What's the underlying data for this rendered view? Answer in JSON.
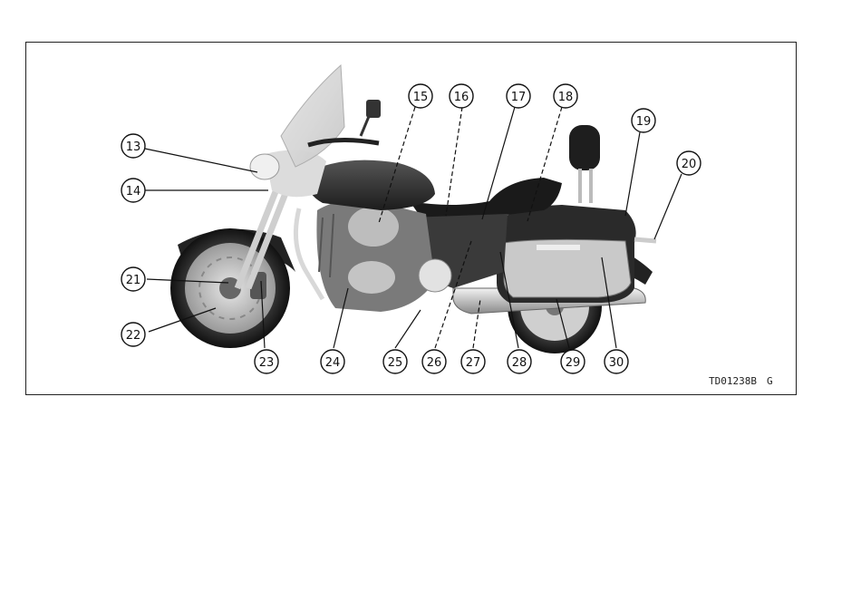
{
  "figure": {
    "code": "TD01238B",
    "code_suffix": "G",
    "callouts": [
      {
        "id": "13",
        "label": "13"
      },
      {
        "id": "14",
        "label": "14"
      },
      {
        "id": "15",
        "label": "15"
      },
      {
        "id": "16",
        "label": "16"
      },
      {
        "id": "17",
        "label": "17"
      },
      {
        "id": "18",
        "label": "18"
      },
      {
        "id": "19",
        "label": "19"
      },
      {
        "id": "20",
        "label": "20"
      },
      {
        "id": "21",
        "label": "21"
      },
      {
        "id": "22",
        "label": "22"
      },
      {
        "id": "23",
        "label": "23"
      },
      {
        "id": "24",
        "label": "24"
      },
      {
        "id": "25",
        "label": "25"
      },
      {
        "id": "26",
        "label": "26"
      },
      {
        "id": "27",
        "label": "27"
      },
      {
        "id": "28",
        "label": "28"
      },
      {
        "id": "29",
        "label": "29"
      },
      {
        "id": "30",
        "label": "30"
      }
    ]
  }
}
